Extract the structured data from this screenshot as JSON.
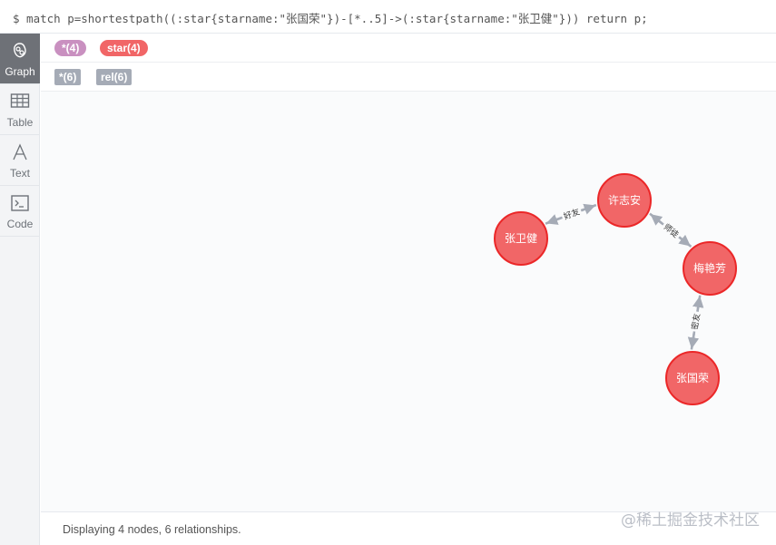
{
  "query": {
    "text": "$ match p=shortestpath((:star{starname:\"张国荣\"})-[*..5]->(:star{starname:\"张卫健\"})) return p;"
  },
  "sidebar": {
    "items": [
      {
        "label": "Graph",
        "icon": "graph-icon",
        "active": true
      },
      {
        "label": "Table",
        "icon": "table-icon",
        "active": false
      },
      {
        "label": "Text",
        "icon": "text-icon",
        "active": false
      },
      {
        "label": "Code",
        "icon": "code-icon",
        "active": false
      }
    ]
  },
  "legend": {
    "node_labels": [
      {
        "label": "*(4)",
        "color": "#c990c0"
      },
      {
        "label": "star(4)",
        "color": "#f16667"
      }
    ],
    "relationship_types": [
      {
        "label": "*(6)"
      },
      {
        "label": "rel(6)"
      }
    ]
  },
  "graph": {
    "node_color": "#f16667",
    "node_border": "#eb2728",
    "edge_color": "#a5abb6",
    "nodes": [
      {
        "id": "n_xu",
        "label": "许志安"
      },
      {
        "id": "n_zwj",
        "label": "张卫健"
      },
      {
        "id": "n_mei",
        "label": "梅艳芳"
      },
      {
        "id": "n_zgr",
        "label": "张国荣"
      }
    ],
    "relationships": [
      {
        "source": "n_zwj",
        "target": "n_xu",
        "label": "好友"
      },
      {
        "source": "n_xu",
        "target": "n_zwj",
        "label": "好友"
      },
      {
        "source": "n_xu",
        "target": "n_mei",
        "label": "师徒"
      },
      {
        "source": "n_mei",
        "target": "n_xu",
        "label": "师徒"
      },
      {
        "source": "n_zgr",
        "target": "n_mei",
        "label": "密友"
      },
      {
        "source": "n_mei",
        "target": "n_zgr",
        "label": "密友"
      }
    ]
  },
  "status": {
    "text": "Displaying 4 nodes, 6 relationships."
  },
  "watermark": {
    "text": "@稀土掘金技术社区"
  }
}
